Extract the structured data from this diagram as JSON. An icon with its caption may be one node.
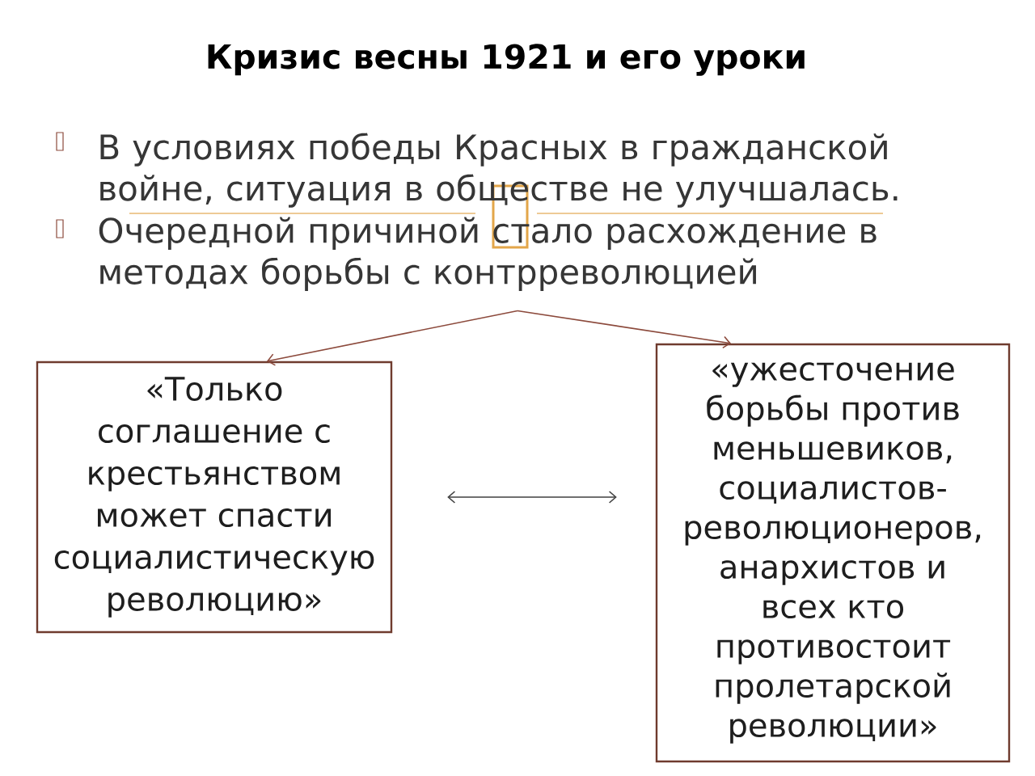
{
  "diagram": {
    "title": "Кризис весны 1921 и его уроки",
    "nodes": [
      {
        "text": [
          "Очередной причиной стало расхождение в методах борьбы с контрреволюцией"
        ]
      },
      {
        "text": [
          "«Только соглашение с крестьянством может спасти социалистическую революцию»"
        ]
      },
      {
        "text": [
          "«ужесточение борьбы против меньшевиков, социалистов-революционеров, анархистов и всех кто противостоит пролетарской революции»"
        ]
      }
    ],
    "edges": [
      {
        "from": 0,
        "to": 1,
        "arrow": "to"
      },
      {
        "from": 0,
        "to": 2,
        "arrow": "to"
      },
      {
        "from": 1,
        "to": 2,
        "arrow": "both",
        "color": "#404040"
      }
    ],
    "labels": [
      "В условиях победы Красных в гражданской войне, ситуация в обществе не улучшалась."
    ]
  }
}
